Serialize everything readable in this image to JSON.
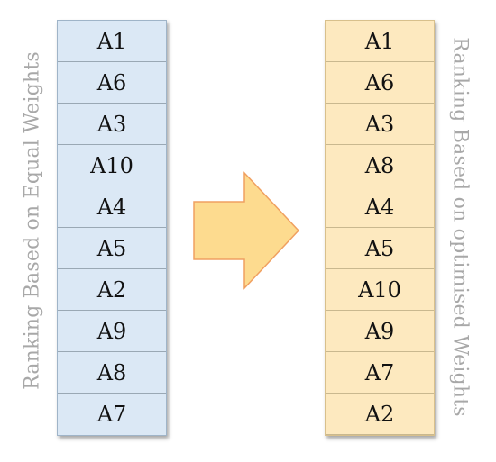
{
  "left_label": "Ranking Based on Equal Weights",
  "right_label": "Ranking Based on optimised Weights",
  "equal_weights_ranking": [
    "A1",
    "A6",
    "A3",
    "A10",
    "A4",
    "A5",
    "A2",
    "A9",
    "A8",
    "A7"
  ],
  "optimised_weights_ranking": [
    "A1",
    "A6",
    "A3",
    "A8",
    "A4",
    "A5",
    "A10",
    "A9",
    "A7",
    "A2"
  ],
  "colors": {
    "left_fill": "#dbe8f5",
    "right_fill": "#fde9bf",
    "arrow_fill": "#fddb8f",
    "arrow_stroke": "#f0a060",
    "label_text": "#a8a8a8"
  }
}
